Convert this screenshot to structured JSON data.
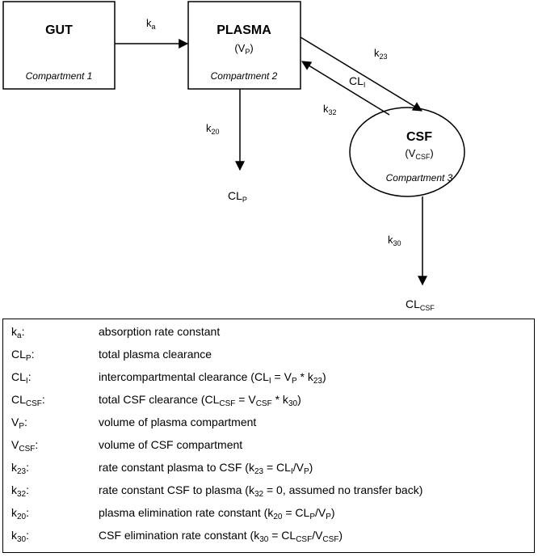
{
  "diagram": {
    "gut": {
      "title": "GUT",
      "caption": "Compartment 1"
    },
    "plasma": {
      "title": "PLASMA",
      "volume_prefix": "(V",
      "volume_sub": "P",
      "volume_suffix": ")",
      "caption": "Compartment 2"
    },
    "csf": {
      "title": "CSF",
      "volume_prefix": "(V",
      "volume_sub": "CSF",
      "volume_suffix": ")",
      "caption": "Compartment 3"
    },
    "edges": {
      "ka": {
        "main": "k",
        "sub": "a"
      },
      "k23": {
        "main": "k",
        "sub": "23"
      },
      "k32": {
        "main": "k",
        "sub": "32"
      },
      "cli": {
        "main": "CL",
        "sub": "I"
      },
      "k20": {
        "main": "k",
        "sub": "20"
      },
      "k30": {
        "main": "k",
        "sub": "30"
      },
      "clp": {
        "main": "CL",
        "sub": "P"
      },
      "clcsf": {
        "main": "CL",
        "sub": "CSF"
      }
    }
  },
  "legend": [
    {
      "sym_main": "k",
      "sym_sub": "a",
      "sym_suffix": ":",
      "desc": "absorption rate constant"
    },
    {
      "sym_main": "CL",
      "sym_sub": "P",
      "sym_suffix": ":",
      "desc": "total plasma clearance"
    },
    {
      "sym_main": "CL",
      "sym_sub": "I",
      "sym_suffix": ":",
      "desc": "intercompartmental clearance (CL",
      "desc_sub": "I",
      "desc_mid": " = V",
      "desc_sub2": "P",
      "desc_tail": " * k",
      "desc_sub3": "23",
      "desc_end": ")"
    },
    {
      "sym_main": "CL",
      "sym_sub": "CSF",
      "sym_suffix": ":",
      "desc": "total CSF clearance (CL",
      "desc_sub": "CSF",
      "desc_mid": " = V",
      "desc_sub2": "CSF",
      "desc_tail": " * k",
      "desc_sub3": "30",
      "desc_end": ")"
    },
    {
      "sym_main": "V",
      "sym_sub": "P",
      "sym_suffix": ":",
      "desc": "volume of plasma compartment"
    },
    {
      "sym_main": "V",
      "sym_sub": "CSF",
      "sym_suffix": ":",
      "desc": "volume of CSF compartment"
    },
    {
      "sym_main": "k",
      "sym_sub": "23",
      "sym_suffix": ":",
      "desc": "rate constant plasma to CSF (k",
      "desc_sub": "23",
      "desc_mid": " = CL",
      "desc_sub2": "I",
      "desc_tail": "/V",
      "desc_sub3": "P",
      "desc_end": ")"
    },
    {
      "sym_main": "k",
      "sym_sub": "32",
      "sym_suffix": ":",
      "desc": "rate constant CSF to plasma (k",
      "desc_sub": "32",
      "desc_mid": " = 0, assumed no transfer back)"
    },
    {
      "sym_main": "k",
      "sym_sub": "20",
      "sym_suffix": ":",
      "desc": "plasma elimination rate constant (k",
      "desc_sub": "20",
      "desc_mid": " = CL",
      "desc_sub2": "P",
      "desc_tail": "/V",
      "desc_sub3": "P",
      "desc_end": ")"
    },
    {
      "sym_main": "k",
      "sym_sub": "30",
      "sym_suffix": ":",
      "desc": "CSF elimination rate constant (k",
      "desc_sub": "30",
      "desc_mid": " = CL",
      "desc_sub2": "CSF",
      "desc_tail": "/V",
      "desc_sub3": "CSF",
      "desc_end": ")"
    }
  ]
}
